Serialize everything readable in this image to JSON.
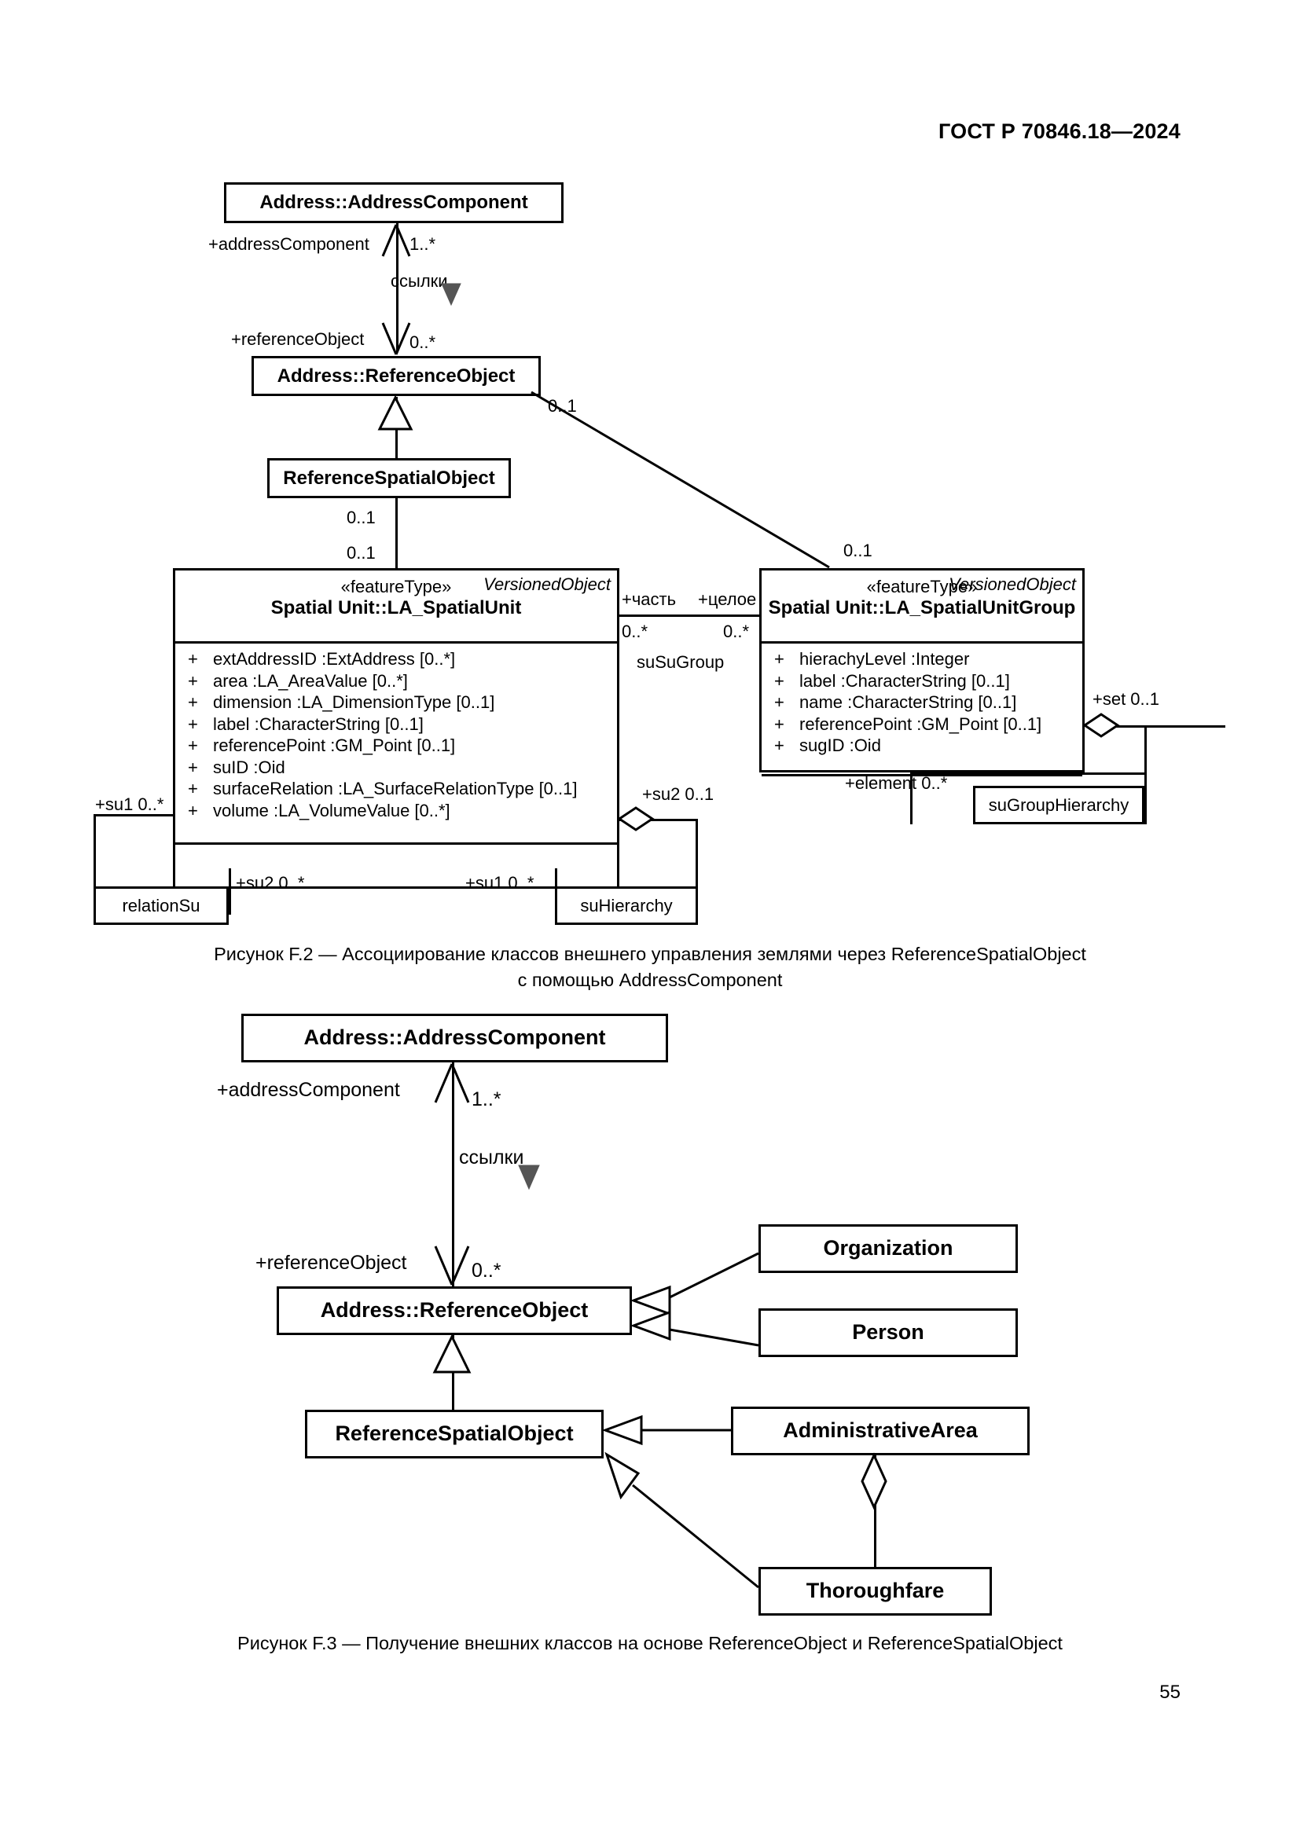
{
  "document": {
    "header": "ГОСТ Р 70846.18—2024",
    "page_number": "55"
  },
  "figure_f2": {
    "caption_line1": "Рисунок F.2 — Ассоциирование классов внешнего управления землями через ReferenceSpatialObject",
    "caption_line2": "с помощью AddressComponent",
    "classes": {
      "address_component": {
        "name": "Address::AddressComponent"
      },
      "reference_object": {
        "name": "Address::ReferenceObject"
      },
      "reference_spatial_object": {
        "name": "ReferenceSpatialObject"
      },
      "spatial_unit": {
        "versioned": "VersionedObject",
        "stereotype": "«featureType»",
        "name": "Spatial Unit::LA_SpatialUnit",
        "attributes": [
          {
            "vis": "+",
            "text": "extAddressID  :ExtAddress [0..*]"
          },
          {
            "vis": "+",
            "text": "area  :LA_AreaValue [0..*]"
          },
          {
            "vis": "+",
            "text": "dimension  :LA_DimensionType [0..1]"
          },
          {
            "vis": "+",
            "text": "label  :CharacterString [0..1]"
          },
          {
            "vis": "+",
            "text": "referencePoint  :GM_Point [0..1]"
          },
          {
            "vis": "+",
            "text": "suID  :Oid"
          },
          {
            "vis": "+",
            "text": "surfaceRelation  :LA_SurfaceRelationType [0..1]"
          },
          {
            "vis": "+",
            "text": "volume  :LA_VolumeValue [0..*]"
          }
        ]
      },
      "spatial_unit_group": {
        "versioned": "VersionedObject",
        "stereotype": "«featureType»",
        "name": "Spatial Unit::LA_SpatialUnitGroup",
        "attributes": [
          {
            "vis": "+",
            "text": "hierachyLevel  :Integer"
          },
          {
            "vis": "+",
            "text": "label  :CharacterString [0..1]"
          },
          {
            "vis": "+",
            "text": "name  :CharacterString [0..1]"
          },
          {
            "vis": "+",
            "text": "referencePoint  :GM_Point [0..1]"
          },
          {
            "vis": "+",
            "text": "sugID  :Oid"
          }
        ]
      }
    },
    "labels": {
      "address_component_role": "+addressComponent",
      "address_component_mult": "1..*",
      "link_verb": "ссылки",
      "reference_object_role": "+referenceObject",
      "reference_object_mult": "0..*",
      "rso_to_group_mult": "0..1",
      "group_end_mult": "0..1",
      "rso_lower_mult": "0..1",
      "su_upper_mult": "0..1",
      "part_role": "+часть",
      "whole_role": "+целое",
      "part_mult": "0..*",
      "whole_mult": "0..*",
      "su_su_group": "suSuGroup",
      "set_role": "+set 0..1",
      "element_role": "+element 0..*",
      "su_group_hierarchy": "suGroupHierarchy",
      "su1_left": "+su1 0..*",
      "su2_right": "+su2 0..1",
      "su2_bottom": "+su2 0..*",
      "su1_bottom": "+su1 0..*",
      "relation_su": "relationSu",
      "su_hierarchy": "suHierarchy"
    }
  },
  "figure_f3": {
    "caption": "Рисунок F.3 — Получение внешних классов на основе ReferenceObject и ReferenceSpatialObject",
    "classes": {
      "address_component": {
        "name": "Address::AddressComponent"
      },
      "reference_object": {
        "name": "Address::ReferenceObject"
      },
      "reference_spatial_object": {
        "name": "ReferenceSpatialObject"
      },
      "organization": {
        "name": "Organization"
      },
      "person": {
        "name": "Person"
      },
      "administrative_area": {
        "name": "AdministrativeArea"
      },
      "thoroughfare": {
        "name": "Thoroughfare"
      }
    },
    "labels": {
      "address_component_role": "+addressComponent",
      "address_component_mult": "1..*",
      "link_verb": "ссылки",
      "reference_object_role": "+referenceObject",
      "reference_object_mult": "0..*"
    }
  }
}
